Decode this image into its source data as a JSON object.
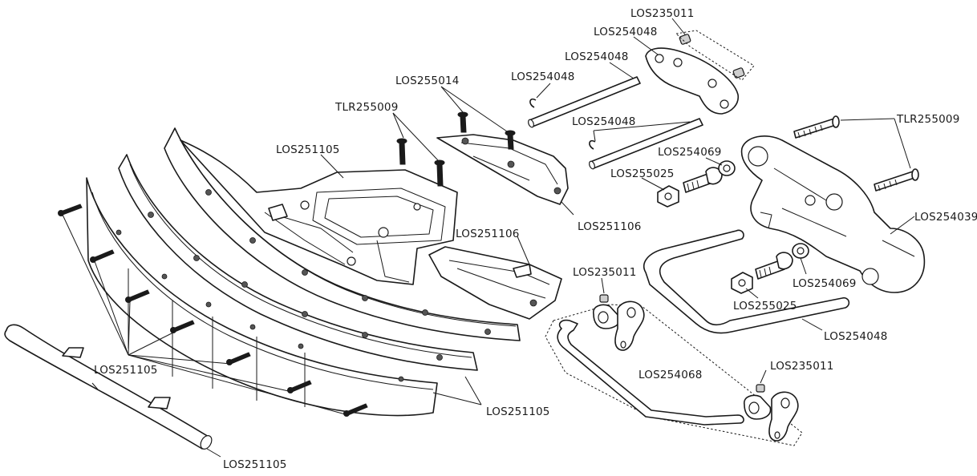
{
  "callouts": {
    "los235011_top": "LOS235011",
    "los254048_plate": "LOS254048",
    "los254048_pin_long": "LOS254048",
    "los254048_clip": "LOS254048",
    "los254048_pin_short": "LOS254048",
    "los255014": "LOS255014",
    "tlr255009_left": "TLR255009",
    "tlr255009_right": "TLR255009",
    "los251105_chassis": "LOS251105",
    "los254069_top": "LOS254069",
    "los255025_top": "LOS255025",
    "los251106_bracket": "LOS251106",
    "los251106_skid": "LOS251106",
    "los254039": "LOS254039",
    "los235011_mid": "LOS235011",
    "los254069_bottom": "LOS254069",
    "los255025_bottom": "LOS255025",
    "los254048_swaybar": "LOS254048",
    "los251105_screws": "LOS251105",
    "los254068": "LOS254068",
    "los235011_bottom": "LOS235011",
    "los251105_bumper": "LOS251105",
    "los251105_tube": "LOS251105"
  }
}
